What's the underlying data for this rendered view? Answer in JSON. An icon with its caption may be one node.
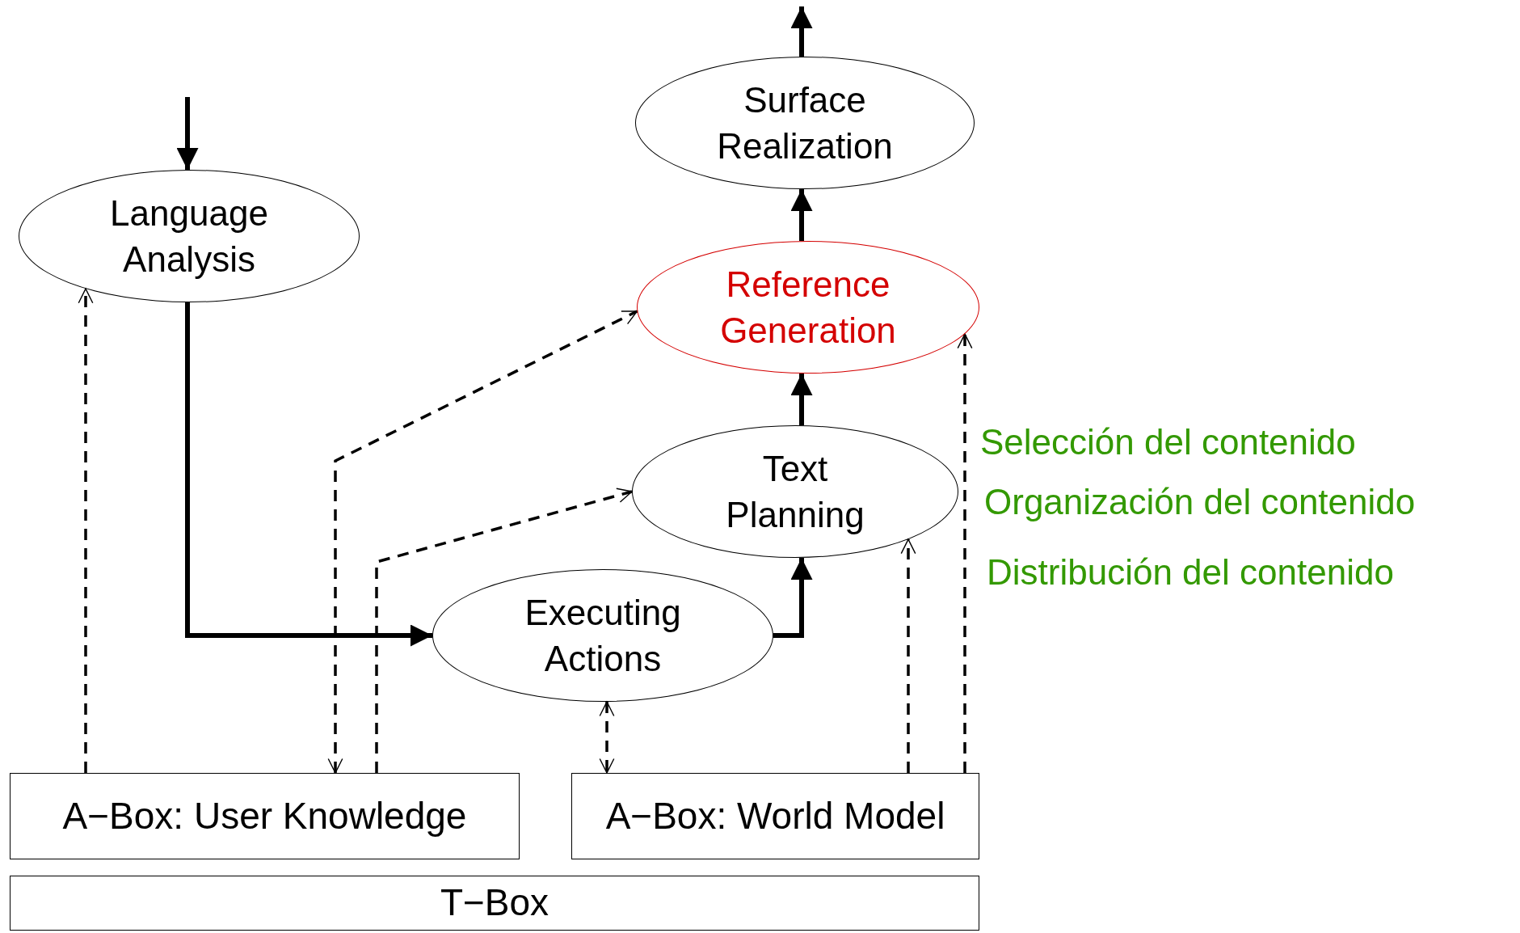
{
  "diagram": {
    "nodes": [
      {
        "text": [
          "Surface Realization"
        ]
      },
      {
        "text": [
          "Language Analysis"
        ]
      },
      {
        "text": [
          "Reference Generation"
        ]
      },
      {
        "text": [
          "Text Planning"
        ]
      },
      {
        "text": [
          "Executing Actions"
        ]
      },
      {
        "text": [
          "A−Box: User Knowledge"
        ]
      },
      {
        "text": [
          "A−Box: World Model"
        ]
      },
      {
        "text": [
          "T−Box"
        ]
      }
    ],
    "edges": [
      {
        "from": null,
        "to": 1,
        "arrow": "to"
      },
      {
        "from": 1,
        "to": 4,
        "arrow": "to"
      },
      {
        "from": 4,
        "to": 3,
        "arrow": "to"
      },
      {
        "from": 3,
        "to": 2,
        "arrow": "to"
      },
      {
        "from": 2,
        "to": 0,
        "arrow": "to"
      },
      {
        "from": 0,
        "to": null,
        "arrow": "to"
      },
      {
        "from": 5,
        "to": 1,
        "arrow": "to",
        "style": "dashed"
      },
      {
        "from": 5,
        "to": 2,
        "arrow": "both",
        "style": "dashed"
      },
      {
        "from": 5,
        "to": 3,
        "arrow": "to",
        "style": "dashed"
      },
      {
        "from": 4,
        "to": 6,
        "arrow": "both",
        "style": "dashed"
      },
      {
        "from": 6,
        "to": 3,
        "arrow": "to",
        "style": "dashed"
      },
      {
        "from": 6,
        "to": 2,
        "arrow": "to",
        "style": "dashed"
      }
    ],
    "labels": [
      "Selección del contenido",
      "Organización del contenido",
      "Distribución del contenido"
    ]
  }
}
